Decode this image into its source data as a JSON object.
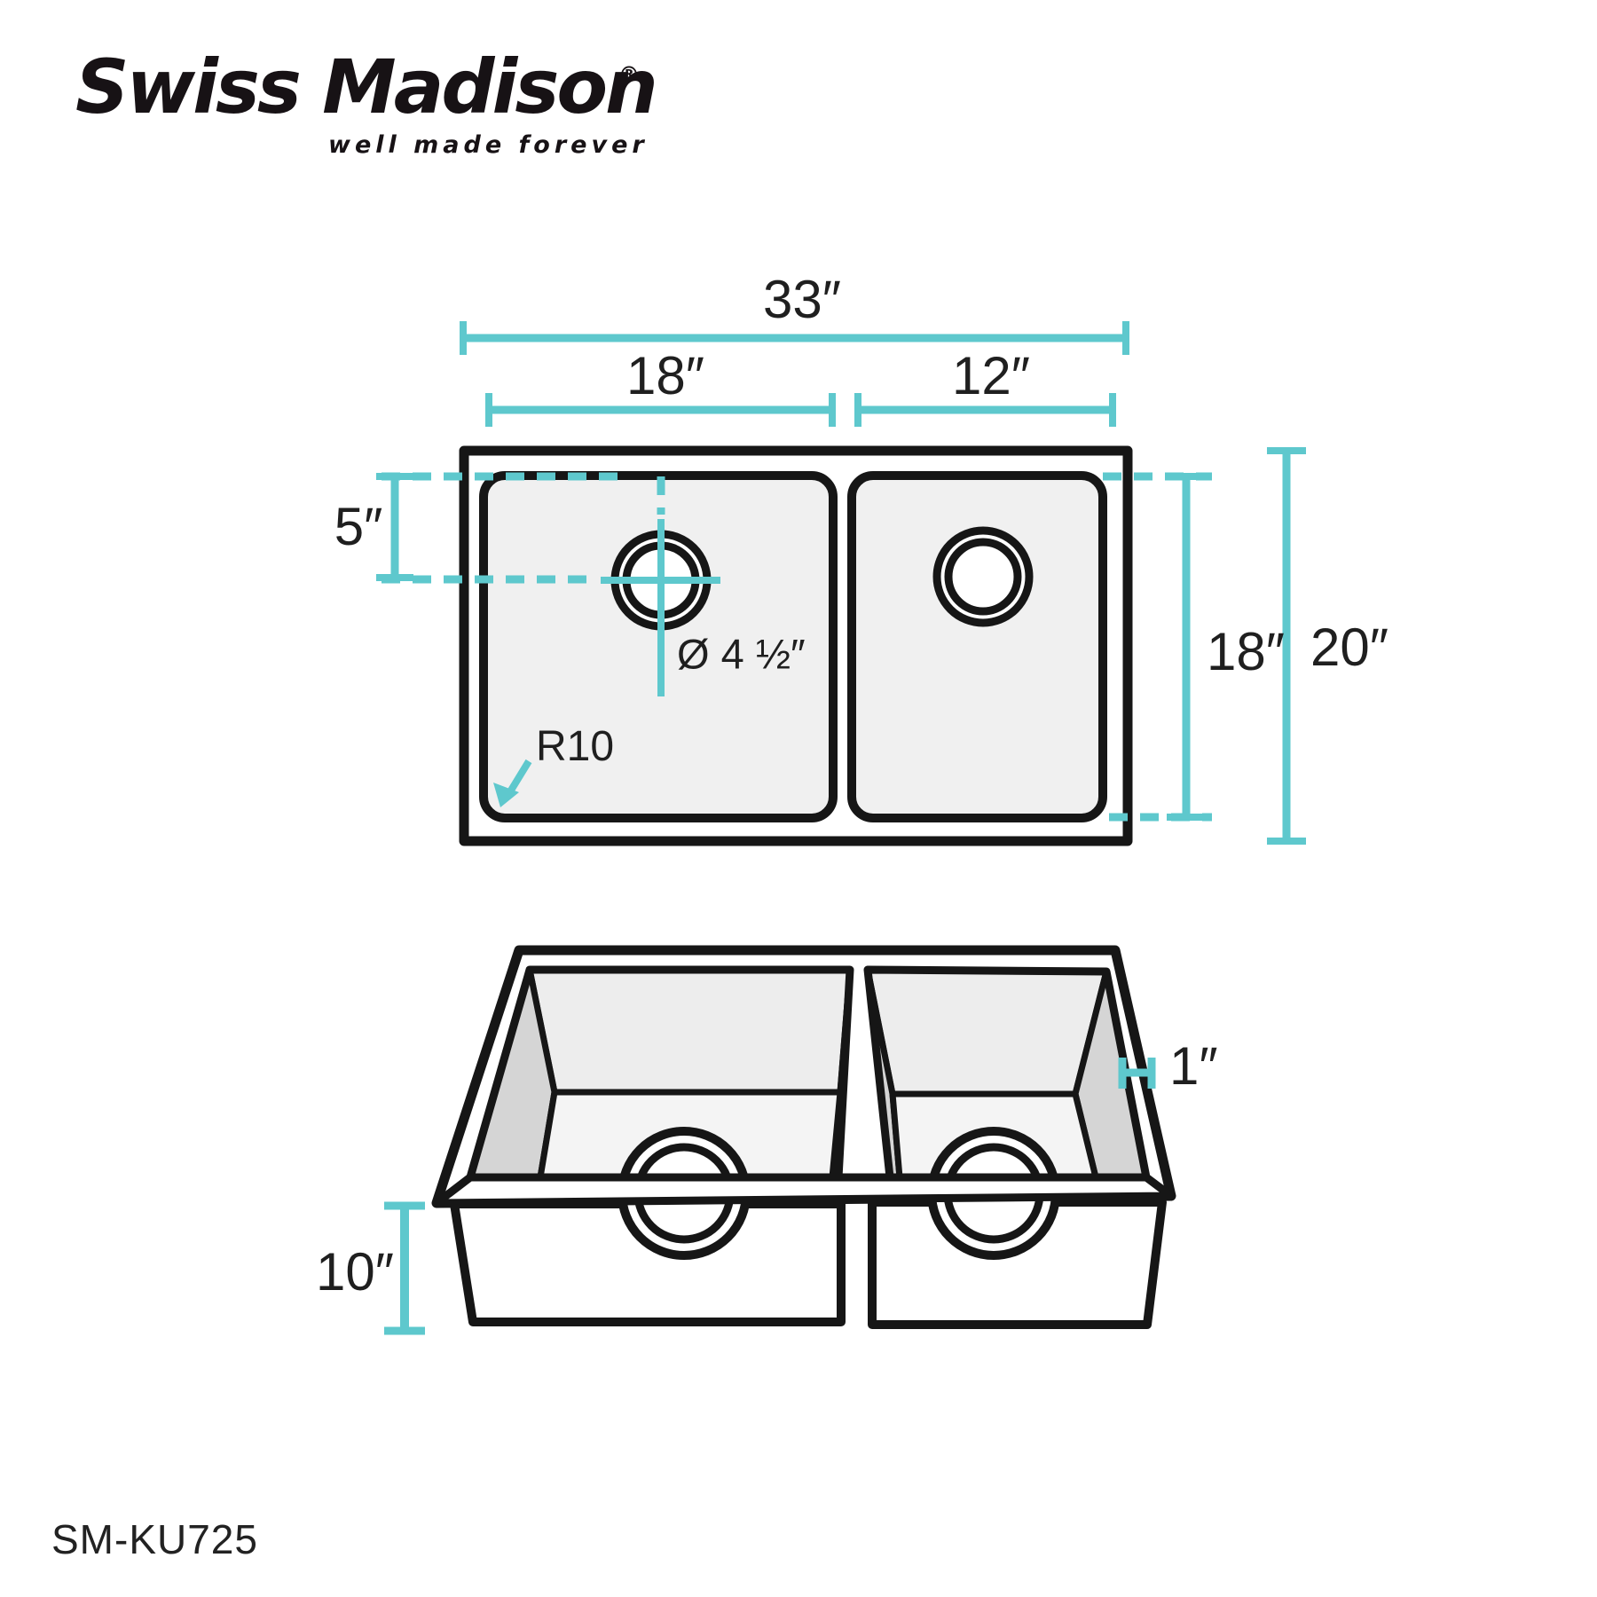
{
  "colors": {
    "accent": "#5ec8cd",
    "line": "#161616",
    "wall_gray": "#d5d5d5",
    "panel_gray": "#ededed",
    "floor_gray": "#f4f4f4",
    "basin_fill": "#f0f0f0"
  },
  "logo": {
    "brand": "Swiss Madison",
    "registered_mark": "®",
    "tagline": "well made forever"
  },
  "title_block": {
    "model_number": "SM-KU725"
  },
  "top_view": {
    "overall_width_label": "33″",
    "left_bowl_width_label": "18″",
    "right_bowl_width_label": "12″",
    "drain_offset_label": "5″",
    "bowl_front_to_back_label": "18″",
    "overall_front_to_back_label": "20″",
    "drain_diameter_label": "Ø 4 ½″",
    "corner_radius_label": "R10"
  },
  "bottom_view": {
    "rim_reveal_label": "1″",
    "bowl_depth_label": "10″"
  }
}
